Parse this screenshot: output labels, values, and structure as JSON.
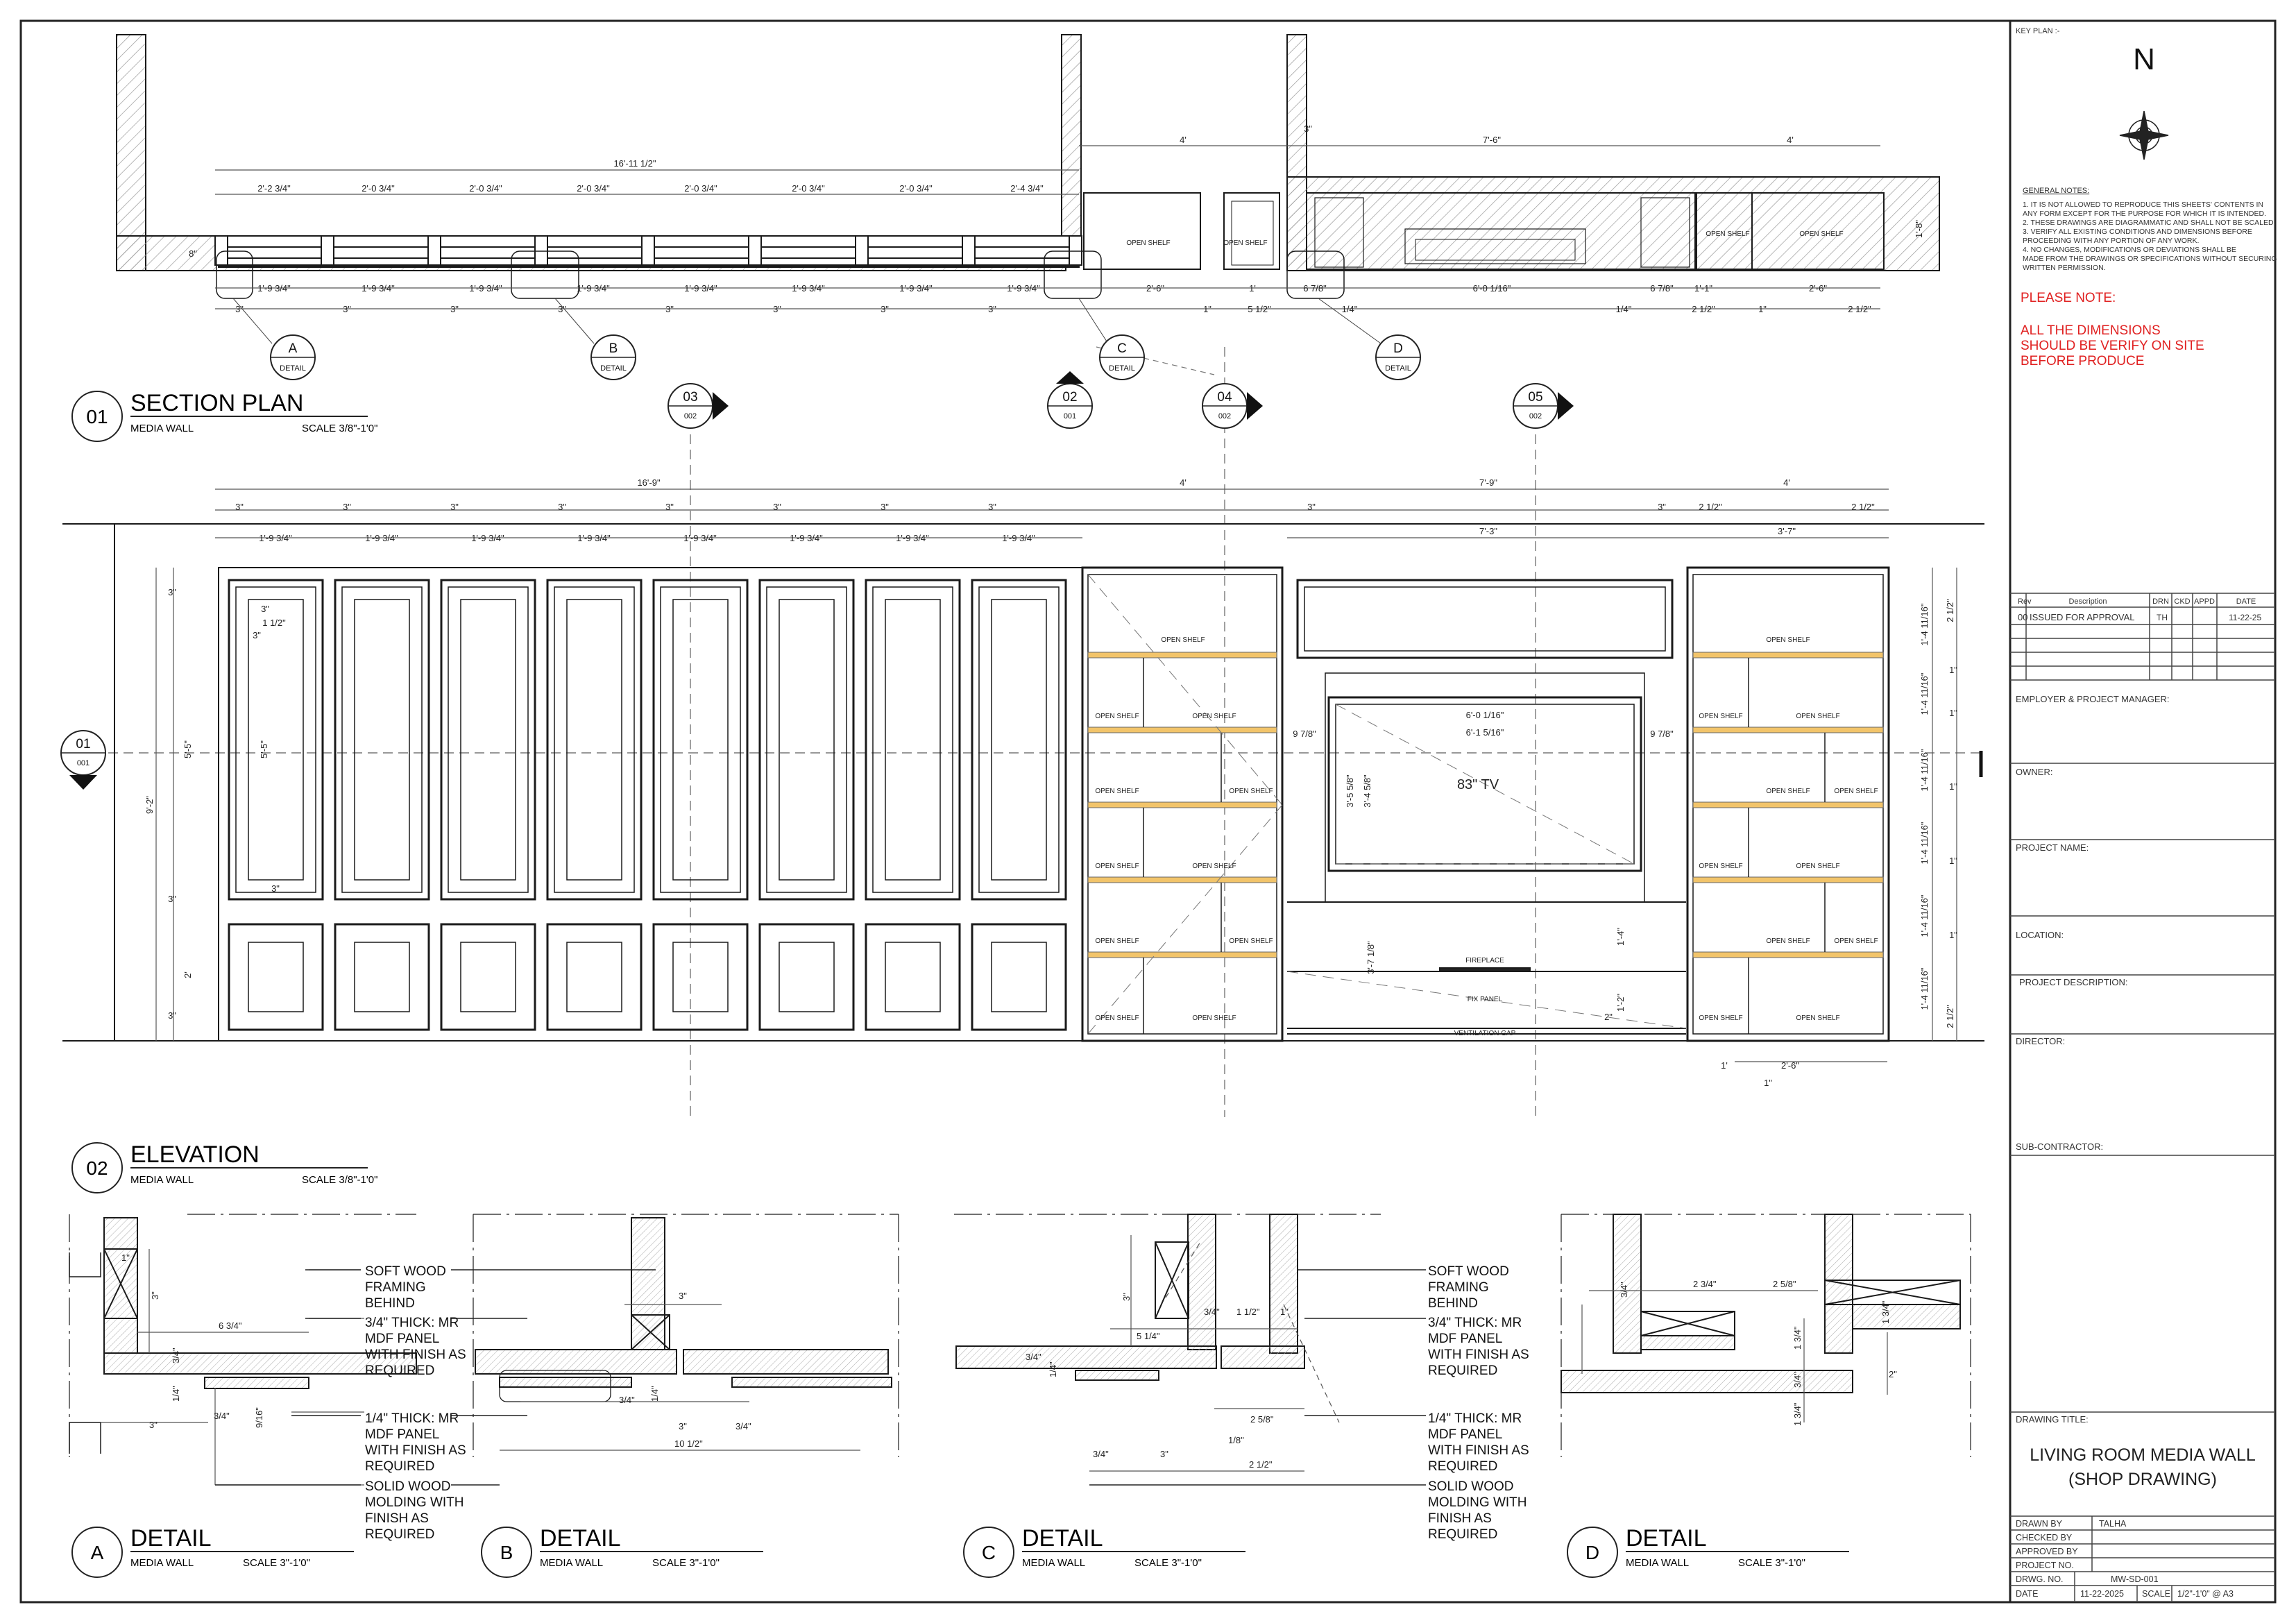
{
  "keyplan": {
    "label": "KEY PLAN :-",
    "north": "N"
  },
  "general_notes": {
    "title": "GENERAL NOTES:",
    "lines": [
      "1. IT IS NOT ALLOWED TO REPRODUCE THIS SHEETS' CONTENTS IN",
      "   ANY FORM EXCEPT FOR THE PURPOSE FOR WHICH IT IS INTENDED.",
      "2. THESE DRAWINGS ARE DIAGRAMMATIC AND SHALL NOT BE SCALED.",
      "3. VERIFY ALL EXISTING CONDITIONS AND DIMENSIONS BEFORE",
      "   PROCEEDING WITH ANY PORTION OF ANY WORK.",
      "4. NO CHANGES, MODIFICATIONS OR DEVIATIONS SHALL BE",
      "   MADE FROM THE DRAWINGS OR SPECIFICATIONS WITHOUT SECURING",
      "   WRITTEN PERMISSION."
    ]
  },
  "please_note": {
    "title": "PLEASE NOTE:",
    "lines": [
      "ALL THE DIMENSIONS",
      "SHOULD BE VERIFY ON SITE",
      "BEFORE PRODUCE"
    ]
  },
  "revision_table": {
    "headers": [
      "Rev",
      "Description",
      "DRN",
      "CKD",
      "APPD",
      "DATE"
    ],
    "rows": [
      [
        "00",
        "ISSUED FOR APPROVAL",
        "TH",
        "",
        "",
        "11-22-25"
      ]
    ]
  },
  "title_fields": [
    "EMPLOYER & PROJECT MANAGER:",
    "OWNER:",
    "PROJECT NAME:",
    "LOCATION:",
    "PROJECT DESCRIPTION:",
    "DIRECTOR:",
    "SUB-CONTRACTOR:"
  ],
  "drawing_title": {
    "label": "DRAWING TITLE:",
    "line1": "LIVING ROOM MEDIA WALL",
    "line2": "(SHOP DRAWING)"
  },
  "title_block": {
    "drawn_by_label": "DRAWN BY",
    "drawn_by": "TALHA",
    "checked_by_label": "CHECKED BY",
    "approved_by_label": "APPROVED BY",
    "project_no_label": "PROJECT NO.",
    "drwg_no_label": "DRWG. NO.",
    "drwg_no": "MW-SD-001",
    "date_label": "DATE",
    "date": "11-22-2025",
    "scale_label": "SCALE",
    "scale": "1/2\"-1'0\" @ A3"
  },
  "views": {
    "section_plan": {
      "number": "01",
      "title": "SECTION PLAN",
      "subtitle": "MEDIA WALL",
      "scale": "SCALE 3/8\"-1'0\""
    },
    "elevation": {
      "number": "02",
      "title": "ELEVATION",
      "subtitle": "MEDIA WALL",
      "scale": "SCALE 3/8\"-1'0\""
    },
    "detail_a": {
      "number": "A",
      "title": "DETAIL",
      "subtitle": "MEDIA WALL",
      "scale": "SCALE 3\"-1'0\""
    },
    "detail_b": {
      "number": "B",
      "title": "DETAIL",
      "subtitle": "MEDIA WALL",
      "scale": "SCALE 3\"-1'0\""
    },
    "detail_c": {
      "number": "C",
      "title": "DETAIL",
      "subtitle": "MEDIA WALL",
      "scale": "SCALE 3\"-1'0\""
    },
    "detail_d": {
      "number": "D",
      "title": "DETAIL",
      "subtitle": "MEDIA WALL",
      "scale": "SCALE 3\"-1'0\""
    }
  },
  "callouts": {
    "detail": "DETAIL",
    "section_markers": [
      {
        "num": "03",
        "ref": "002"
      },
      {
        "num": "02",
        "ref": "001"
      },
      {
        "num": "04",
        "ref": "002"
      },
      {
        "num": "05",
        "ref": "002"
      },
      {
        "num": "01",
        "ref": "001"
      }
    ],
    "detail_markers": [
      "A",
      "B",
      "C",
      "D"
    ]
  },
  "plan_dims": {
    "overall": "16'-11 1/2\"",
    "left_end": "2'-2 3/4\"",
    "top_bays": "2'-0 3/4\"",
    "right_end": "2'-4 3/4\"",
    "bays": "1'-9 3/4\"",
    "gap": "3\"",
    "open_shelf_w": "4'",
    "tv_zone_w": "7'-6\"",
    "right_w": "4'",
    "d_2_6": "2'-6\"",
    "d_1": "1'",
    "d_1in": "1\"",
    "d_5_1_2": "5 1/2\"",
    "d_6_7_8": "6 7/8\"",
    "d_6_01_16": "6'-0 1/16\"",
    "d_1_4": "1/4\"",
    "d_2_1_2": "2 1/2\"",
    "d_1_1": "1'-1\"",
    "d_1_8": "1'-8\"",
    "d_3": "3\"",
    "d_8": "8\""
  },
  "elev_dims": {
    "overall": "16'-9\"",
    "w_4": "4'",
    "w_7_9": "7'-9\"",
    "w_7_3": "7'-3\"",
    "w_3_7": "3'-7\"",
    "bay": "1'-9 3/4\"",
    "gap": "3\"",
    "h_9_2": "9'-2\"",
    "h_5_5": "5'-5\"",
    "h_2": "2'",
    "h_3": "3\"",
    "inner": "1 1/2\"",
    "tv_w1": "6'-0 1/16\"",
    "tv_w2": "6'-1 5/16\"",
    "tv_h1": "3'-5 5/8\"",
    "tv_h2": "3'-4 5/8\"",
    "fp_h": "3'-7 1/8\"",
    "side": "9 7/8\"",
    "shelf": "1'-4 11/16\"",
    "one": "1\"",
    "h_1_4": "1'-4\"",
    "h_1_2": "1'-2\"",
    "h_2in": "2\"",
    "h_2_1_2": "2 1/2\"",
    "b_1": "1'",
    "b_2_6": "2'-6\"",
    "b_1in": "1\""
  },
  "labels": {
    "open_shelf": "OPEN SHELF",
    "tv": "83\" TV",
    "fireplace": "FIREPLACE",
    "fix_panel": "FIX PANEL",
    "ventilation": "VENTILATION GAP"
  },
  "notes": {
    "soft_wood": [
      "SOFT WOOD",
      "FRAMING",
      "BEHIND"
    ],
    "mdf_34": [
      "3/4\" THICK: MR",
      "MDF PANEL",
      "WITH FINISH AS",
      "REQUIRED"
    ],
    "mdf_14": [
      "1/4\" THICK: MR",
      "MDF PANEL",
      "WITH FINISH AS",
      "REQUIRED"
    ],
    "molding": [
      "SOLID WOOD",
      "MOLDING WITH",
      "FINISH AS",
      "REQUIRED"
    ]
  },
  "detail_dims": {
    "a": [
      "1\"",
      "3\"",
      "6 3/4\"",
      "3/4\"",
      "1/4\"",
      "3/4\"",
      "9/16\"",
      "3\""
    ],
    "b": [
      "3\"",
      "3/4\"",
      "1/4\"",
      "3\"",
      "3/4\"",
      "10 1/2\""
    ],
    "c": [
      "3\"",
      "5 1/4\"",
      "3/4\"",
      "1 1/2\"",
      "1\"",
      "3/4\"",
      "1/4\"",
      "2 5/8\"",
      "1/8\"",
      "3/4\"",
      "3\"",
      "2 1/2\""
    ],
    "d": [
      "3/4\"",
      "2 3/4\"",
      "2 5/8\"",
      "1 3/4\"",
      "1 3/4\"",
      "3/4\"",
      "1 3/4\"",
      "2\""
    ]
  },
  "colors": {
    "line": "#1a1a1a",
    "hatch": "#8a8a8a",
    "shelf": "#f2c46a",
    "red_note": "#e02020",
    "dim": "#333333"
  }
}
